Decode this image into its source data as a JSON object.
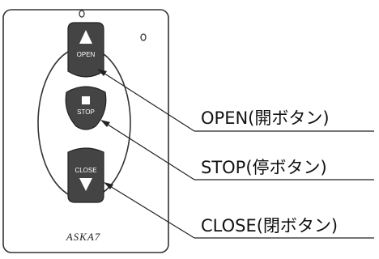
{
  "remote": {
    "brand": "ASKA7",
    "buttons": {
      "open": "OPEN",
      "stop": "STOP",
      "close": "CLOSE"
    }
  },
  "callouts": {
    "open": "OPEN(開ボタン)",
    "stop": "STOP(停ボタン)",
    "close": "CLOSE(閉ボタン)"
  }
}
